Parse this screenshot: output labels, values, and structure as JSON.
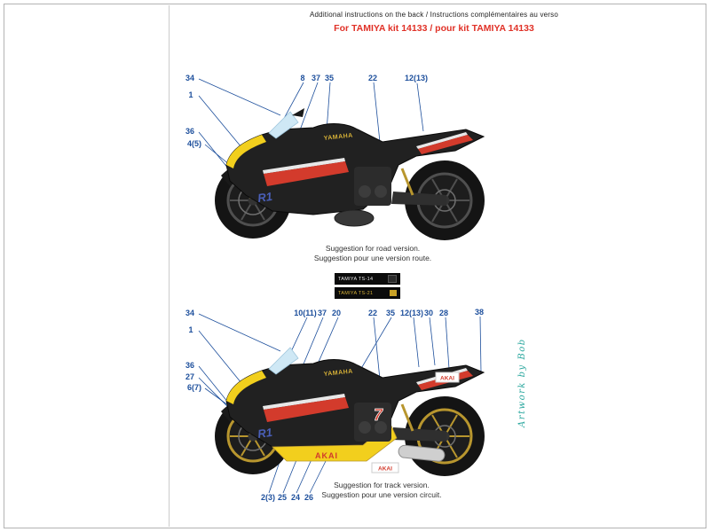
{
  "header": {
    "note": "Additional instructions on the back / Instructions complémentaires au verso",
    "kit": "For TAMIYA kit 14133 / pour kit TAMIYA 14133"
  },
  "colors": {
    "callout_blue": "#1d4f9c",
    "header_red": "#e03127",
    "credit_teal": "#2aa79e",
    "body_black": "#212121",
    "accent_yellow": "#f2cf1d",
    "accent_gold": "#b8962e",
    "stripe_red": "#d33b2c",
    "windscreen_blue": "#cfe8f5"
  },
  "road": {
    "caption1": "Suggestion for road version.",
    "caption2": "Suggestion pour une version route.",
    "callouts": [
      "34",
      "1",
      "36",
      "4(5)",
      "8",
      "37",
      "35",
      "22",
      "12(13)"
    ],
    "tank_logo": "YAMAHA",
    "cowl_logo": "R1"
  },
  "paints": [
    {
      "label": "TAMIYA TS-14"
    },
    {
      "label": "TAMIYA TS-21"
    }
  ],
  "track": {
    "caption1": "Suggestion for track version.",
    "caption2": "Suggestion pour une version circuit.",
    "callouts": [
      "34",
      "1",
      "36",
      "27",
      "6(7)",
      "10(11)",
      "37",
      "20",
      "22",
      "35",
      "12(13)",
      "30",
      "28",
      "38",
      "2(3)",
      "25",
      "24",
      "26"
    ],
    "tank_logo": "YAMAHA",
    "cowl_logo": "R1",
    "sponsor": "AKAI",
    "number": "7"
  },
  "credit": "Artwork by Bob"
}
